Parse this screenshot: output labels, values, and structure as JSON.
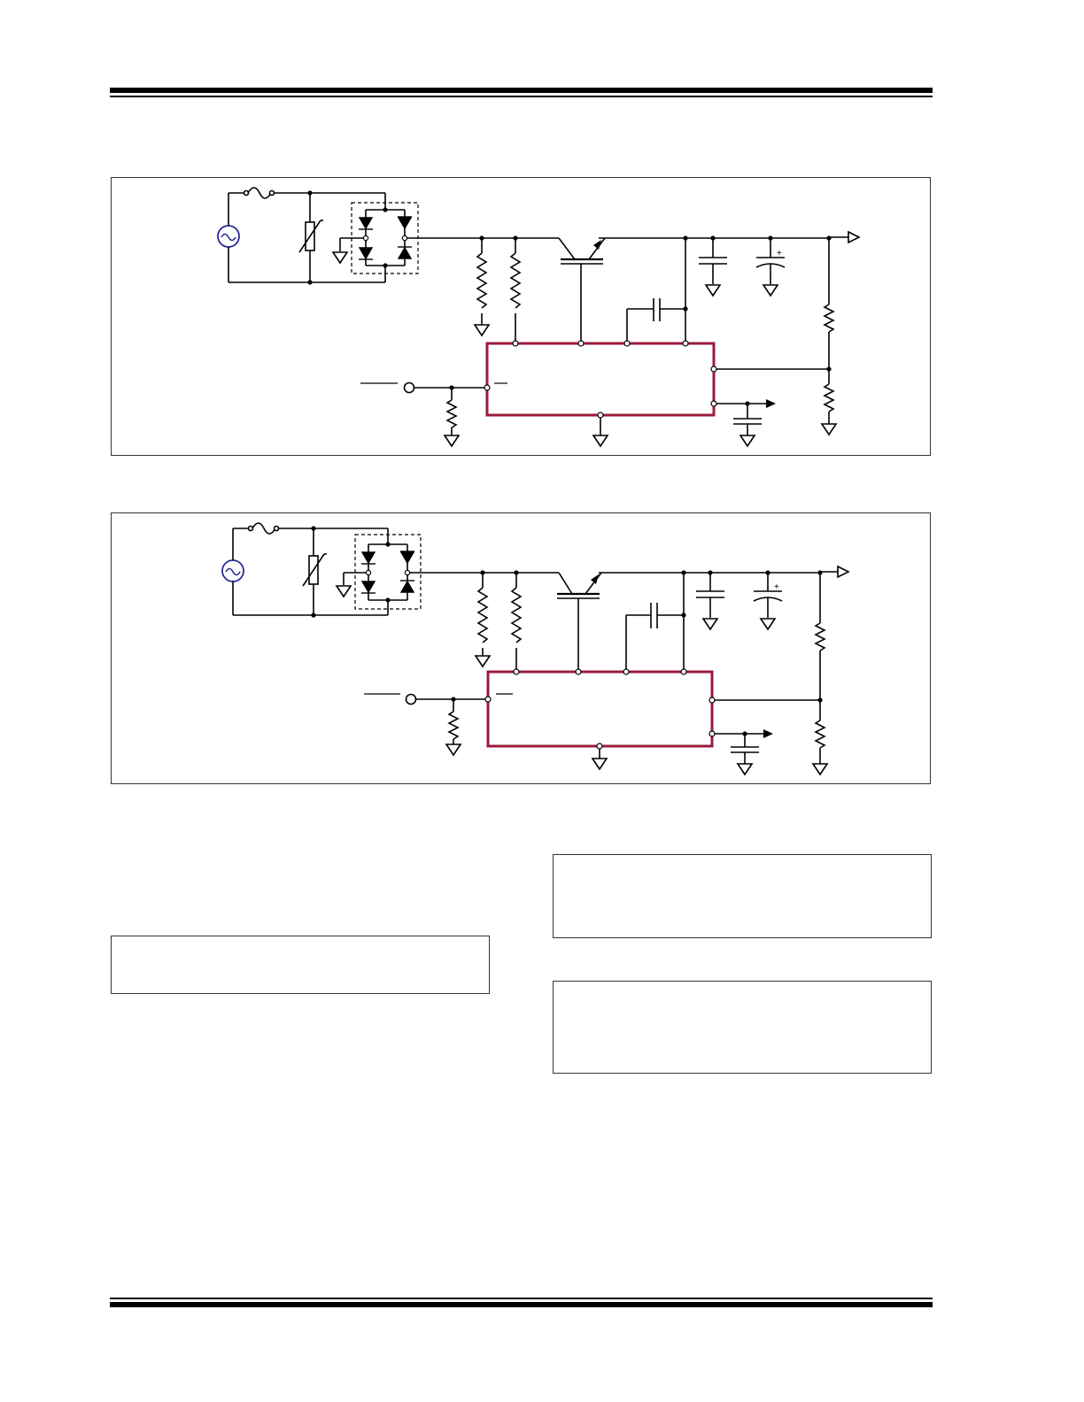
{
  "page": {
    "colors": {
      "ink": "#000000",
      "ic_outline": "#9b1b3b",
      "ac_source": "#2a2a9a",
      "frame_border": "#333333"
    },
    "figures": [
      {
        "id": "figure-top",
        "description_visible_text": []
      },
      {
        "id": "figure-bottom",
        "description_visible_text": []
      }
    ],
    "text_boxes": [
      {
        "id": "box-left",
        "text": ""
      },
      {
        "id": "box-right-top",
        "text": ""
      },
      {
        "id": "box-right-bottom",
        "text": ""
      }
    ]
  }
}
